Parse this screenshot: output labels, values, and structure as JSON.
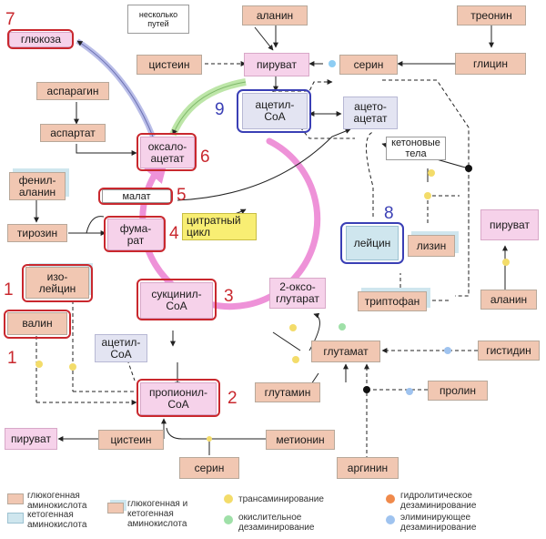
{
  "nodes": {
    "glucose": "глюкоза",
    "asparagine": "аспарагин",
    "aspartate": "аспартат",
    "phenylalanine": "фенил-\nаланин",
    "tyrosine": "тирозин",
    "isoleucine": "изо-\nлейцин",
    "valine": "валин",
    "oxaloacetate": "оксало-\nацетат",
    "malate": "малат",
    "fumarate": "фума-\nрат",
    "citric_cycle": "цитратный\nцикл",
    "succinyl_coa": "сукцинил-\nCoA",
    "acetyl_coa_small": "ацетил-\nCoA",
    "propionyl_coa": "пропионил-\nCoA",
    "pyruvate_bottom": "пируват",
    "cysteine_bottom": "цистеин",
    "methionine": "метионин",
    "serine_bottom": "серин",
    "arginine": "аргинин",
    "glutamine": "глутамин",
    "glutamate": "глутамат",
    "proline": "пролин",
    "histidine": "гистидин",
    "oxoglutarate": "2-оксо-\nглутарат",
    "tryptophan": "триптофан",
    "alanine_right": "аланин",
    "pyruvate_right": "пируват",
    "leucine": "лейцин",
    "lysine": "лизин",
    "ketone_bodies": "кетоновые\nтела",
    "acetyl_coa": "ацетил-\nCoA",
    "acetoacetate": "ацето-\nацетат",
    "several_paths": "несколько\nпутей",
    "alanine_top": "аланин",
    "threonine": "треонин",
    "cysteine_top": "цистеин",
    "pyruvate_top": "пируват",
    "serine_top": "серин",
    "glycine": "глицин"
  },
  "markers": {
    "n7": "7",
    "n6": "6",
    "n5": "5",
    "n4": "4",
    "n3": "3",
    "n2": "2",
    "n1a": "1",
    "n1b": "1",
    "n8": "8",
    "n9": "9"
  },
  "legend": {
    "glucogenic": "глюкогенная\nаминокислота",
    "ketogenic": "кетогенная\nаминокислота",
    "gluco_keto": "глюкогенная и\nкетогенная\nаминокислота",
    "transamination": "трансаминирование",
    "oxidative": "окислительное\nдезаминирование",
    "hydrolytic": "гидролитическое\nдезаминирование",
    "eliminating": "элиминирующее\nдезаминирование"
  },
  "colors": {
    "glucogenic": "#f1c7b2",
    "ketogenic": "#cfe6ee",
    "cycle": "#ec7fd2",
    "red_marker": "#c9282e",
    "blue_marker": "#3a3fb5",
    "transamination": "#f3dc6a",
    "oxidative": "#9fe0a8",
    "hydrolytic": "#f08a4b",
    "eliminating": "#9fc3ef"
  }
}
